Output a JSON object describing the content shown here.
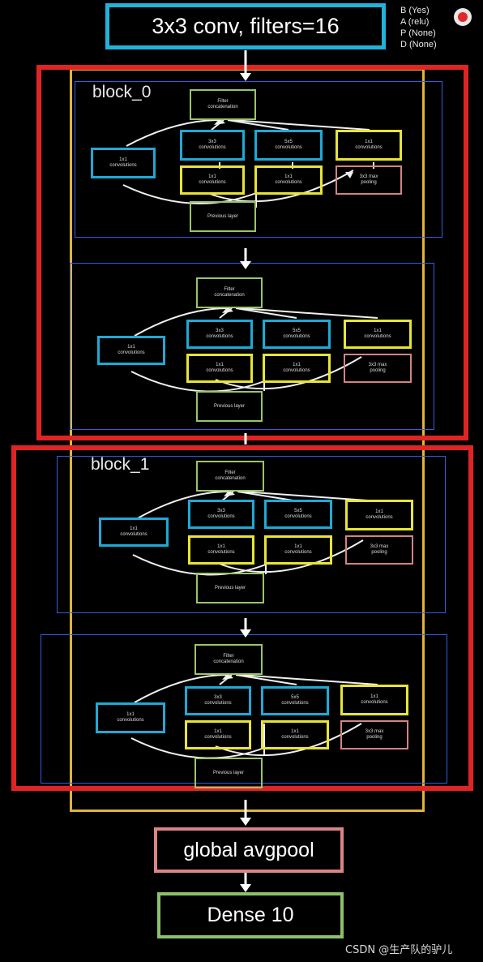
{
  "top_conv": {
    "label": "3x3  conv, filters=16"
  },
  "blocks": [
    {
      "label": "block_0"
    },
    {
      "label": "block_1"
    }
  ],
  "module": {
    "filter_concat": "Filter\nconcatenation",
    "conv1x1": "1x1\nconvolutions",
    "conv3x3": "3x3\nconvolutions",
    "conv5x5": "5x5\nconvolutions",
    "pool": "3x3 max\npooling",
    "previous": "Previous layer"
  },
  "avgpool": {
    "label": "global avgpool"
  },
  "dense": {
    "label": "Dense 10"
  },
  "legend": {
    "line_b": "B (Yes)",
    "line_a": "A (relu)",
    "line_p": "P (None)",
    "line_d": "D (None)"
  },
  "watermark": "CSDN @生产队的驴儿",
  "colors": {
    "conv_border": "#1fb3d9",
    "yellow": "#e8e437",
    "green": "#9cc46a",
    "pink": "#d48383",
    "red_frame": "#e02424",
    "blue_frame": "#2f5fe0",
    "outer_frame": "#e0b43a"
  }
}
